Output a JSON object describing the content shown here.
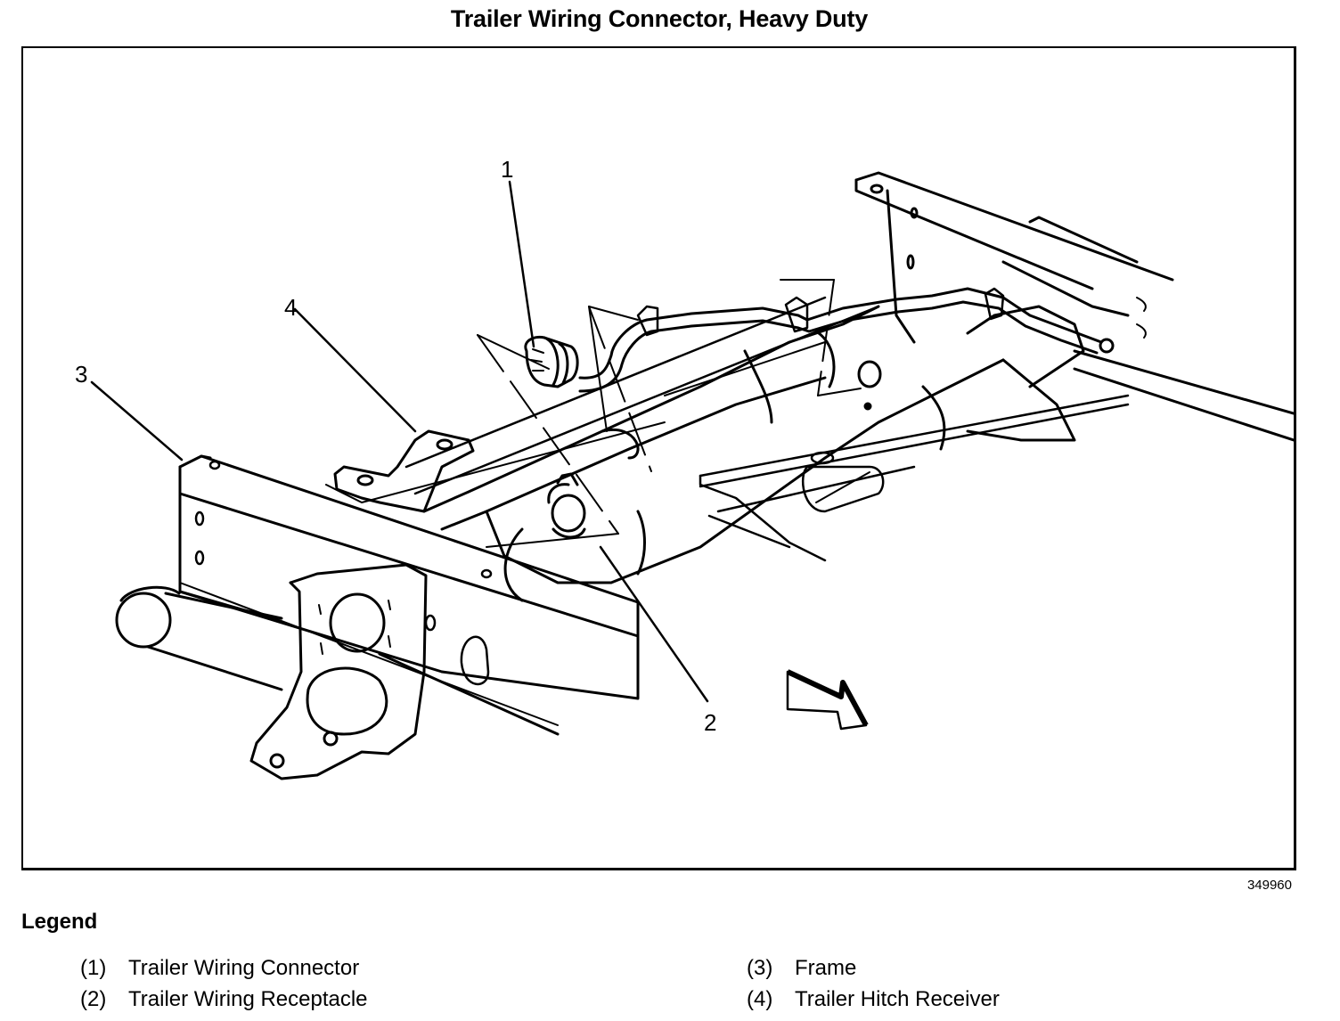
{
  "title": "Trailer Wiring Connector, Heavy Duty",
  "figure_number": "349960",
  "callouts": [
    {
      "label": "1",
      "part": "Trailer Wiring Connector"
    },
    {
      "label": "2",
      "part": "Trailer Wiring Receptacle"
    },
    {
      "label": "3",
      "part": "Frame"
    },
    {
      "label": "4",
      "part": "Trailer Hitch Receiver"
    }
  ],
  "legend": {
    "title": "Legend",
    "items": [
      {
        "num": "(1)",
        "text": "Trailer Wiring Connector"
      },
      {
        "num": "(2)",
        "text": "Trailer Wiring Receptacle"
      },
      {
        "num": "(3)",
        "text": "Frame"
      },
      {
        "num": "(4)",
        "text": "Trailer Hitch Receiver"
      }
    ]
  },
  "direction_arrow": {
    "icon": "front-direction-arrow-icon"
  }
}
